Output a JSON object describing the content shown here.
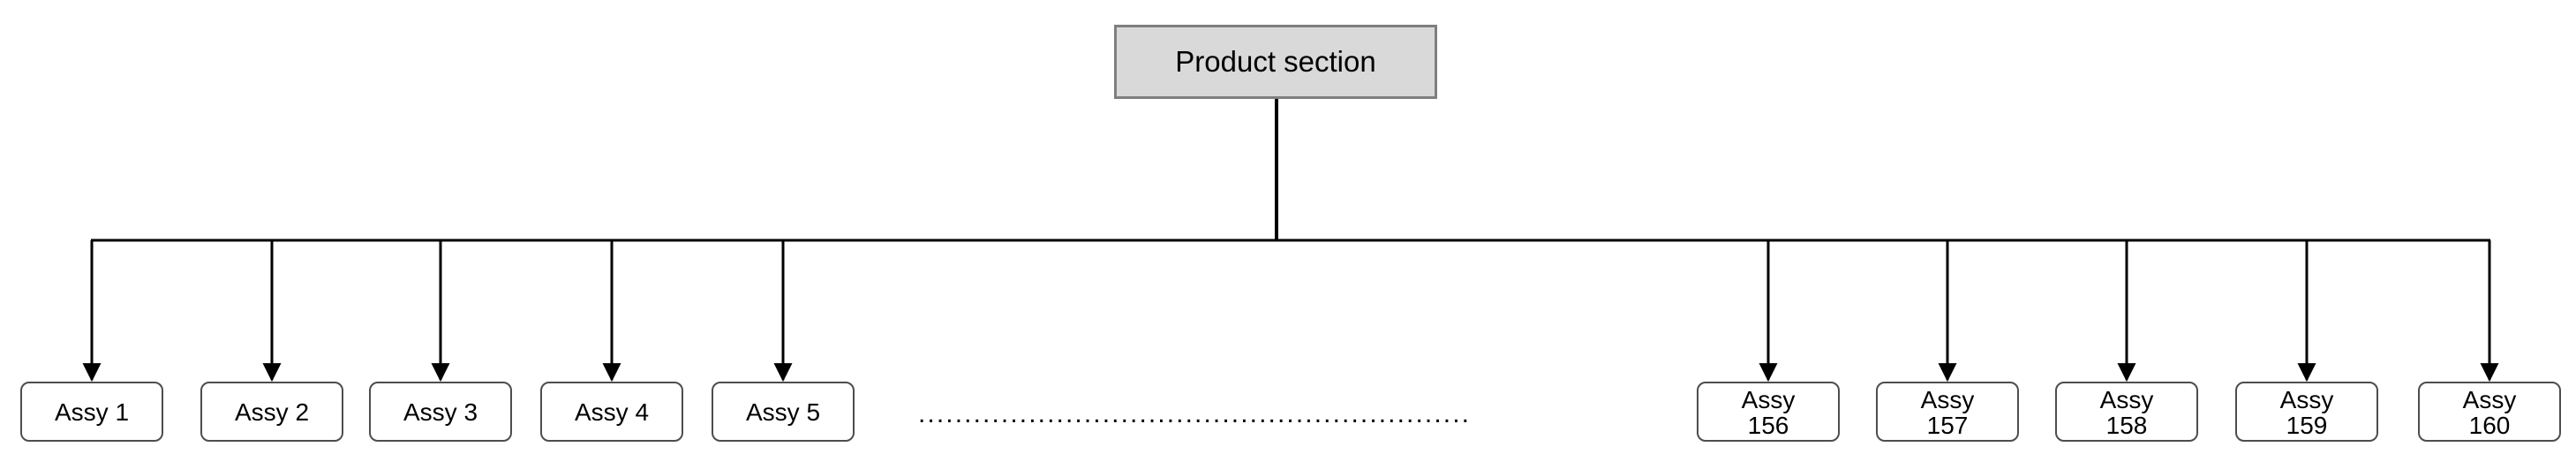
{
  "root": {
    "label": "Product section"
  },
  "children": [
    {
      "label": "Assy 1"
    },
    {
      "label": "Assy 2"
    },
    {
      "label": "Assy 3"
    },
    {
      "label": "Assy 4"
    },
    {
      "label": "Assy 5"
    },
    {
      "label": "Assy\n156"
    },
    {
      "label": "Assy\n157"
    },
    {
      "label": "Assy\n158"
    },
    {
      "label": "Assy\n159"
    },
    {
      "label": "Assy\n160"
    }
  ],
  "ellipsis": "............................................................"
}
